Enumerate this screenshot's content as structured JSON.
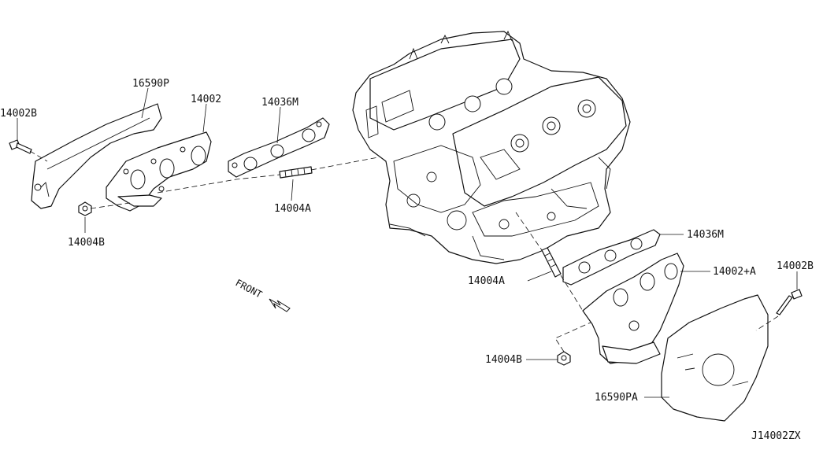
{
  "callouts": {
    "p14002B_left": "14002B",
    "p16590P": "16590P",
    "p14002": "14002",
    "p14036M_left": "14036M",
    "p14004A_left": "14004A",
    "p14004B_left": "14004B",
    "p14036M_right": "14036M",
    "p14002A": "14002+A",
    "p14002B_right": "14002B",
    "p14004A_right": "14004A",
    "p14004B_right": "14004B",
    "p16590PA": "16590PA"
  },
  "front_marker": "FRONT",
  "diagram_code": "J14002ZX"
}
